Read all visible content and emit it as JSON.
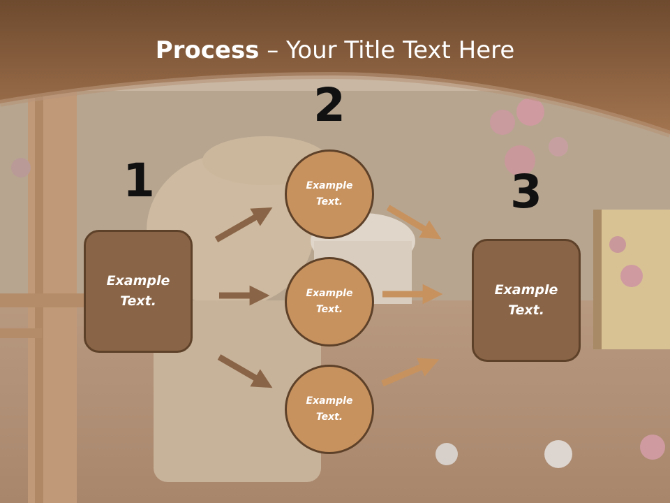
{
  "slide": {
    "title_bold": "Process",
    "title_rest": " – Your Title Text Here"
  },
  "steps": [
    {
      "number": "1",
      "label": "Example\nText."
    },
    {
      "number": "2",
      "label": "Example\nText."
    },
    {
      "number": "3",
      "label": "Example\nText."
    }
  ],
  "circles": [
    {
      "label": "Example\nText."
    },
    {
      "label": "Example\nText."
    },
    {
      "label": "Example\nText."
    }
  ],
  "colors": {
    "header": "#8d5f3c",
    "box_fill": "#8a6446",
    "circle_fill": "#c8925e",
    "arrow_dark": "#8a6446",
    "arrow_light": "#c8925e"
  }
}
